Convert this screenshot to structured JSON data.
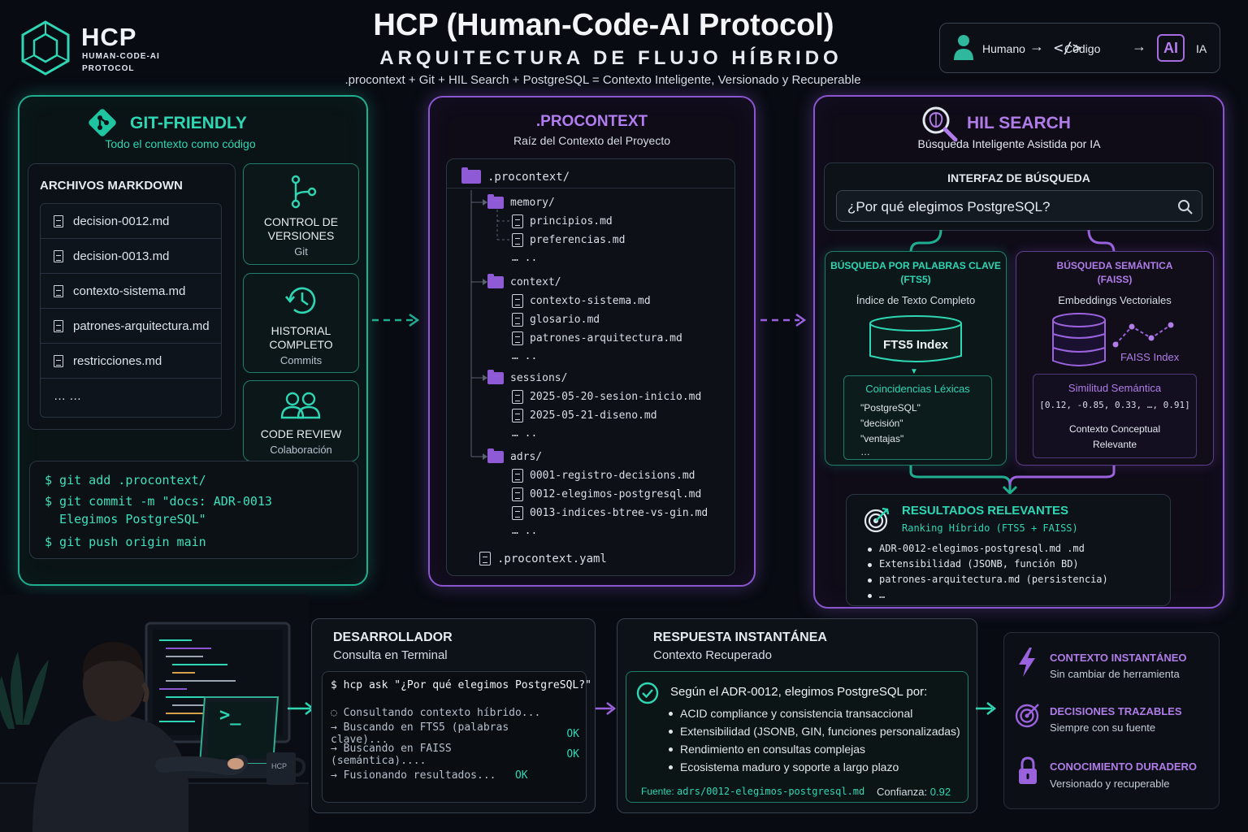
{
  "header": {
    "logo_text": "HCP",
    "logo_sub1": "HUMAN-CODE-AI",
    "logo_sub2": "PROTOCOL",
    "title": "HCP (Human-Code-AI Protocol)",
    "subtitle": "ARQUITECTURA DE FLUJO HÍBRIDO",
    "tagline": ".procontext + Git + HIL Search + PostgreSQL = Contexto Inteligente, Versionado y Recuperable",
    "flow": {
      "human": "Humano",
      "code": "Código",
      "ai_badge": "AI",
      "ai": "IA"
    }
  },
  "git": {
    "title": "GIT-FRIENDLY",
    "subtitle": "Todo el contexto como código",
    "markdown_title": "ARCHIVOS MARKDOWN",
    "files": [
      "decision-0012.md",
      "decision-0013.md",
      "contexto-sistema.md",
      "patrones-arquitectura.md",
      "restricciones.md"
    ],
    "files_more": "…  …",
    "features": [
      {
        "title": "CONTROL DE VERSIONES",
        "sub": "Git",
        "icon": "git-branch-icon"
      },
      {
        "title": "HISTORIAL COMPLETO",
        "sub": "Commits",
        "icon": "history-icon"
      },
      {
        "title": "CODE REVIEW",
        "sub": "Colaboración",
        "icon": "users-icon"
      }
    ],
    "commands": [
      "$ git add .procontext/",
      "$ git commit -m \"docs: ADR-0013",
      "  Elegimos PostgreSQL\"",
      "$ git push origin main"
    ]
  },
  "procontext": {
    "title": ".PROCONTEXT",
    "subtitle": "Raíz del Contexto del Proyecto",
    "root": ".procontext/",
    "folders": [
      {
        "name": "memory/",
        "files": [
          "principios.md",
          "preferencias.md"
        ]
      },
      {
        "name": "context/",
        "files": [
          "contexto-sistema.md",
          "glosario.md",
          "patrones-arquitectura.md"
        ]
      },
      {
        "name": "sessions/",
        "files": [
          "2025-05-20-sesion-inicio.md",
          "2025-05-21-diseno.md"
        ]
      },
      {
        "name": "adrs/",
        "files": [
          "0001-registro-decisions.md",
          "0012-elegimos-postgresql.md",
          "0013-indices-btree-vs-gin.md"
        ]
      }
    ],
    "ellipsis": "…  ..",
    "yaml": ".procontext.yaml"
  },
  "hil": {
    "title": "HIL SEARCH",
    "subtitle": "Búsqueda Inteligente Asistida por IA",
    "interface_title": "INTERFAZ DE BÚSQUEDA",
    "query": "¿Por qué elegimos PostgreSQL?",
    "keyword": {
      "title1": "BÚSQUEDA POR PALABRAS CLAVE",
      "title2": "(FTS5)",
      "sub": "Índice de Texto Completo",
      "index": "FTS5 Index",
      "match_title": "Coincidencias Léxicas",
      "matches": [
        "\"PostgreSQL\"",
        "\"decisión\"",
        "\"ventajas\"",
        "…"
      ]
    },
    "semantic": {
      "title1": "BÚSQUEDA SEMÁNTICA",
      "title2": "(FAISS)",
      "sub": "Embeddings Vectoriales",
      "index": "FAISS Index",
      "sim_title": "Similitud Semántica",
      "vector": "[0.12, -0.85, 0.33, …, 0.91]",
      "concept1": "Contexto Conceptual",
      "concept2": "Relevante"
    },
    "results": {
      "title": "RESULTADOS RELEVANTES",
      "sub": "Ranking Híbrido (FTS5 + FAISS)",
      "items": [
        "ADR-0012-elegimos-postgresql.md .md",
        "Extensibilidad (JSONB, función BD)",
        "patrones-arquitectura.md (persistencia)",
        "…"
      ]
    }
  },
  "developer": {
    "title": "DESARROLLADOR",
    "subtitle": "Consulta en Terminal",
    "command": "$ hcp ask \"¿Por qué elegimos PostgreSQL?\"",
    "steps": [
      {
        "text": "◌ Consultando contexto híbrido...",
        "status": ""
      },
      {
        "text": "→ Buscando en FTS5 (palabras clave)...",
        "status": "OK"
      },
      {
        "text": "→ Buscando en FAISS (semántica)....",
        "status": "OK"
      },
      {
        "text": "→ Fusionando resultados...",
        "status": "OK"
      }
    ],
    "monitor_prompt": ">_",
    "mug": "HCP"
  },
  "response": {
    "title": "RESPUESTA INSTANTÁNEA",
    "subtitle": "Contexto Recuperado",
    "lead": "Según el ADR-0012, elegimos PostgreSQL por:",
    "points": [
      "ACID compliance y consistencia transaccional",
      "Extensibilidad (JSONB, GIN, funciones personalizadas)",
      "Rendimiento en consultas complejas",
      "Ecosistema maduro y soporte a largo plazo"
    ],
    "source_label": "Fuente:",
    "source": "adrs/0012-elegimos-postgresql.md",
    "confidence_label": "Confianza:",
    "confidence": "0.92"
  },
  "benefits": [
    {
      "title": "CONTEXTO INSTANTÁNEO",
      "sub": "Sin cambiar de herramienta",
      "icon": "lightning-icon"
    },
    {
      "title": "DECISIONES TRAZABLES",
      "sub": "Siempre con su fuente",
      "icon": "target-icon"
    },
    {
      "title": "CONOCIMIENTO DURADERO",
      "sub": "Versionado y recuperable",
      "icon": "lock-icon"
    }
  ]
}
